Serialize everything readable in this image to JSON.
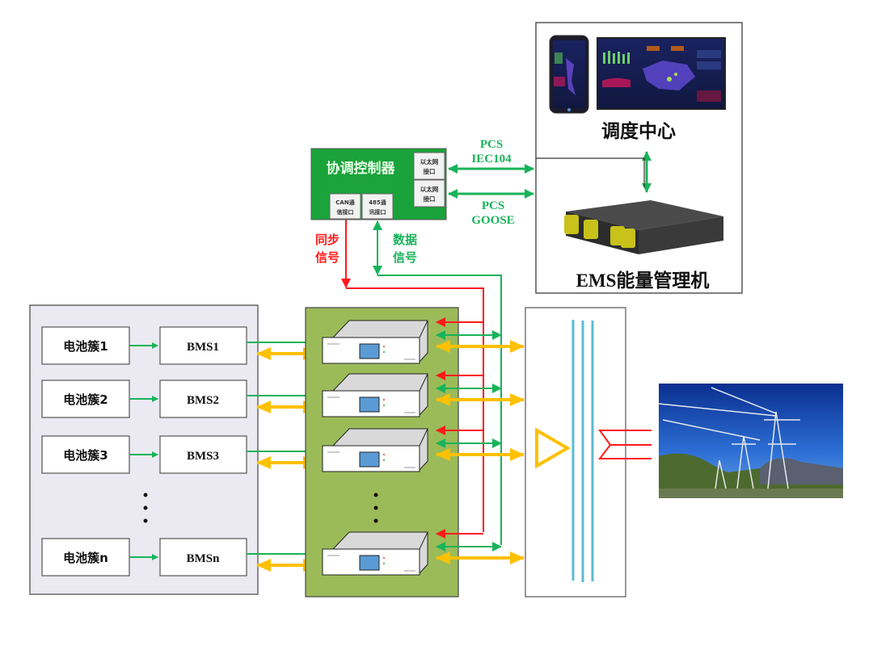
{
  "dispatch_center": {
    "label": "调度中心"
  },
  "ems": {
    "label": "EMS能量管理机"
  },
  "controller": {
    "title": "协调控制器",
    "eth_port_1": [
      "以太网",
      "接口"
    ],
    "eth_port_2": [
      "以太网",
      "接口"
    ],
    "can_port": [
      "CAN通",
      "信接口"
    ],
    "rs485_port": [
      "485通",
      "讯接口"
    ]
  },
  "links": {
    "iec104": [
      "PCS",
      "IEC104"
    ],
    "goose": [
      "PCS",
      "GOOSE"
    ],
    "sync_signal": [
      "同步",
      "信号"
    ],
    "data_signal": [
      "数据",
      "信号"
    ]
  },
  "battery_rows": [
    {
      "cluster": "电池簇1",
      "bms": "BMS1"
    },
    {
      "cluster": "电池簇2",
      "bms": "BMS2"
    },
    {
      "cluster": "电池簇3",
      "bms": "BMS3"
    },
    {
      "cluster": "电池簇n",
      "bms": "BMSn"
    }
  ],
  "colors": {
    "controller_green": "#1aa33a",
    "pcs_panel": "#9bbb59",
    "sync_red": "#ff1a1a",
    "data_green": "#19b35a",
    "power_yellow": "#ffc000",
    "bus_blue": "#5bbcd0",
    "left_panel": "#ebe9f1"
  }
}
